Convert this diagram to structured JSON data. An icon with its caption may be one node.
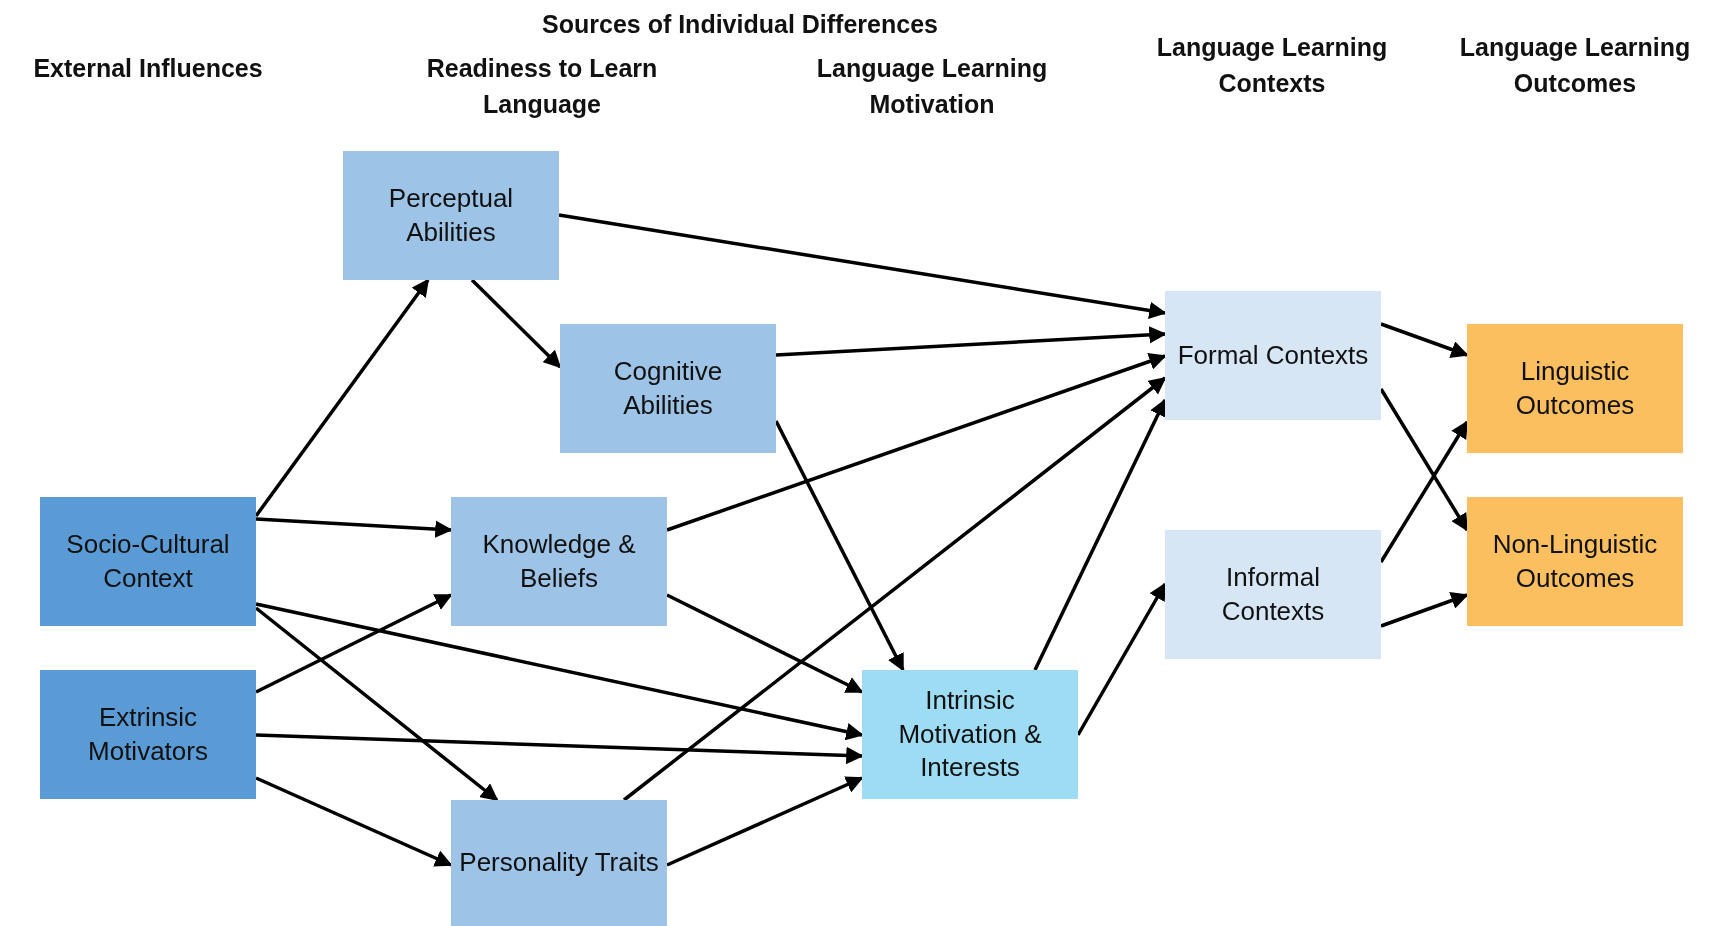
{
  "diagram": {
    "nodes": [
      {
        "text": [
          "Perceptual Abilities"
        ]
      },
      {
        "text": [
          "Cognitive Abilities"
        ]
      },
      {
        "text": [
          "Socio-Cultural Context"
        ]
      },
      {
        "text": [
          "Knowledge & Beliefs"
        ]
      },
      {
        "text": [
          "Extrinsic Motivators"
        ]
      },
      {
        "text": [
          "Personality Traits"
        ]
      },
      {
        "text": [
          "Intrinsic Motivation & Interests"
        ]
      },
      {
        "text": [
          "Formal Contexts"
        ]
      },
      {
        "text": [
          "Informal Contexts"
        ]
      },
      {
        "text": [
          "Linguistic Outcomes"
        ]
      },
      {
        "text": [
          "Non-Linguistic Outcomes"
        ]
      }
    ],
    "edges": [
      {
        "from": 2,
        "to": 0,
        "arrow": "to"
      },
      {
        "from": 2,
        "to": 3,
        "arrow": "to"
      },
      {
        "from": 2,
        "to": 6,
        "arrow": "to"
      },
      {
        "from": 2,
        "to": 5,
        "arrow": "to"
      },
      {
        "from": 0,
        "to": 1,
        "arrow": "to"
      },
      {
        "from": 0,
        "to": 7,
        "arrow": "to"
      },
      {
        "from": 1,
        "to": 7,
        "arrow": "to"
      },
      {
        "from": 1,
        "to": 6,
        "arrow": "to"
      },
      {
        "from": 4,
        "to": 3,
        "arrow": "to"
      },
      {
        "from": 4,
        "to": 6,
        "arrow": "to"
      },
      {
        "from": 4,
        "to": 5,
        "arrow": "to"
      },
      {
        "from": 3,
        "to": 7,
        "arrow": "to"
      },
      {
        "from": 3,
        "to": 6,
        "arrow": "to"
      },
      {
        "from": 5,
        "to": 7,
        "arrow": "to"
      },
      {
        "from": 5,
        "to": 6,
        "arrow": "to"
      },
      {
        "from": 6,
        "to": 7,
        "arrow": "to"
      },
      {
        "from": 6,
        "to": 8,
        "arrow": "to"
      },
      {
        "from": 7,
        "to": 9,
        "arrow": "to"
      },
      {
        "from": 7,
        "to": 10,
        "arrow": "to"
      },
      {
        "from": 8,
        "to": 9,
        "arrow": "to"
      },
      {
        "from": 8,
        "to": 10,
        "arrow": "to"
      }
    ],
    "labels": [
      "Sources of Individual Differences",
      "External Influences",
      "Readiness to Learn Language",
      "Language Learning Motivation",
      "Language Learning Contexts",
      "Language Learning Outcomes"
    ]
  }
}
